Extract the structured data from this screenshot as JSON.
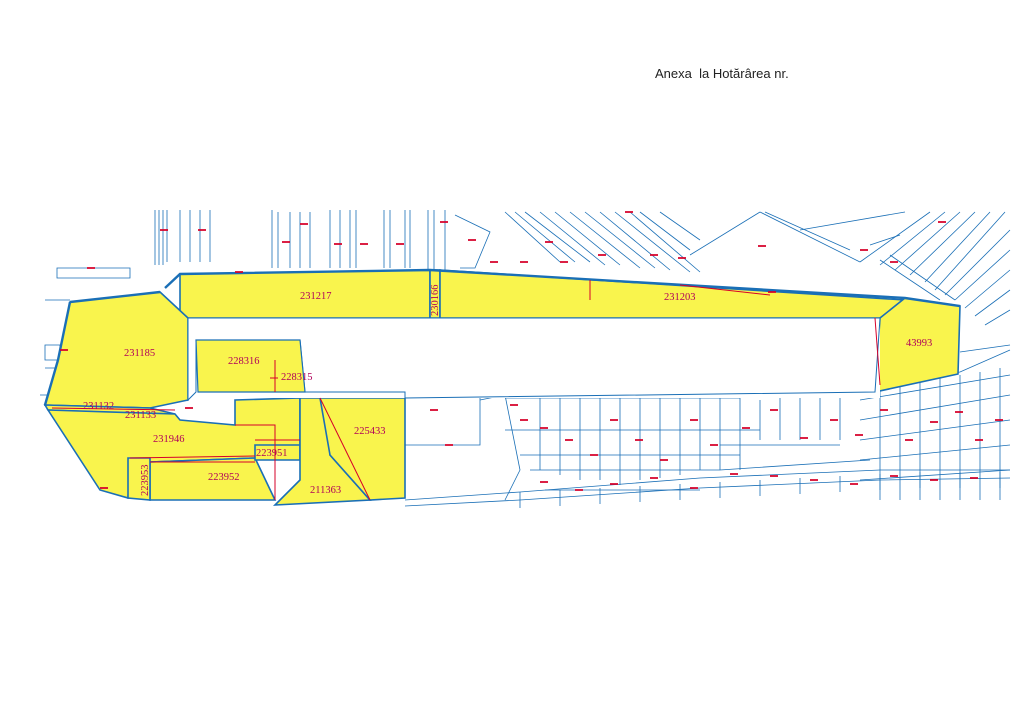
{
  "header": {
    "title": "Anexa  la Hotărârea nr."
  },
  "colors": {
    "highlight_fill": "#f9f44d",
    "boundary_blue": "#1a6fb6",
    "cadastral_red": "#d6002a",
    "label_magenta": "#b0005a"
  },
  "parcels": [
    {
      "id": "231217",
      "label": "231217"
    },
    {
      "id": "230166",
      "label": "230166"
    },
    {
      "id": "231203",
      "label": "231203"
    },
    {
      "id": "43993",
      "label": "43993"
    },
    {
      "id": "231185",
      "label": "231185"
    },
    {
      "id": "228316",
      "label": "228316"
    },
    {
      "id": "228315",
      "label": "228315"
    },
    {
      "id": "231132",
      "label": "231132"
    },
    {
      "id": "231133",
      "label": "231133"
    },
    {
      "id": "225433",
      "label": "225433"
    },
    {
      "id": "231946",
      "label": "231946"
    },
    {
      "id": "223951",
      "label": "223951"
    },
    {
      "id": "223953",
      "label": "223953"
    },
    {
      "id": "223952",
      "label": "223952"
    },
    {
      "id": "211363",
      "label": "211363"
    }
  ]
}
